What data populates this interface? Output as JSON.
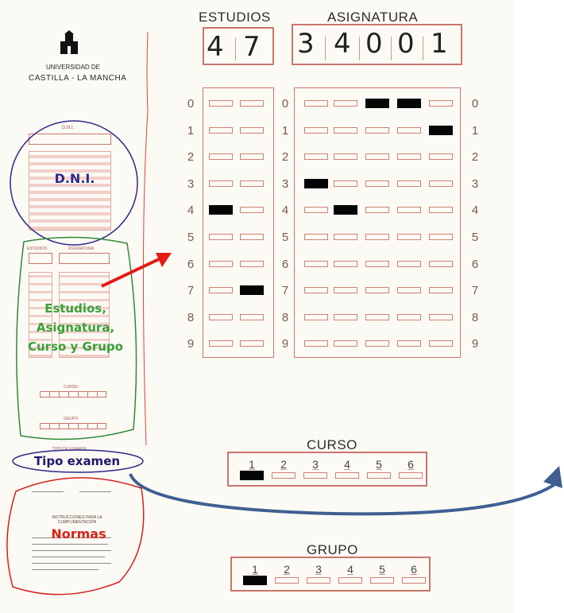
{
  "estudios": {
    "title": "ESTUDIOS",
    "digits": [
      "4",
      "7"
    ],
    "marked": [
      4,
      7
    ]
  },
  "asignatura": {
    "title": "ASIGNATURA",
    "digits": [
      "3",
      "4",
      "0",
      "0",
      "1"
    ],
    "marked": [
      3,
      4,
      0,
      0,
      1
    ]
  },
  "row_labels": [
    "0",
    "1",
    "2",
    "3",
    "4",
    "5",
    "6",
    "7",
    "8",
    "9"
  ],
  "curso": {
    "title": "CURSO",
    "options": [
      "1",
      "2",
      "3",
      "4",
      "5",
      "6"
    ],
    "marked": "1"
  },
  "grupo": {
    "title": "GRUPO",
    "options": [
      "1",
      "2",
      "3",
      "4",
      "5",
      "6"
    ],
    "marked": "1"
  },
  "mini_form": {
    "university_line1": "UNIVERSIDAD DE",
    "university_line2": "CASTILLA - LA MANCHA",
    "dni_header": "D.N.I.",
    "estudios_header": "ESTUDIOS",
    "asignatura_header": "ASIGNATURA",
    "curso_header": "CURSO",
    "grupo_header": "GRUPO",
    "tipo_header": "TIPO DE EXAMEN",
    "instructions_title": "INSTRUCCIONES PARA LA CUMPLIMENTACIÓN"
  },
  "annotations": {
    "dni": "D.N.I.",
    "estudios": [
      "Estudios,",
      "Asignatura,",
      "Curso y Grupo"
    ],
    "tipo": "Tipo examen",
    "normas": "Normas"
  },
  "colors": {
    "accent_red": "#d8443a",
    "dni_ring": "#2d2a8a",
    "estudios_ring": "#2e8b3a",
    "tipo_ring": "#2d2a8a",
    "normas_ring": "#d02020",
    "curve_arrow": "#3f5f93",
    "form_line": "#c9766c"
  }
}
